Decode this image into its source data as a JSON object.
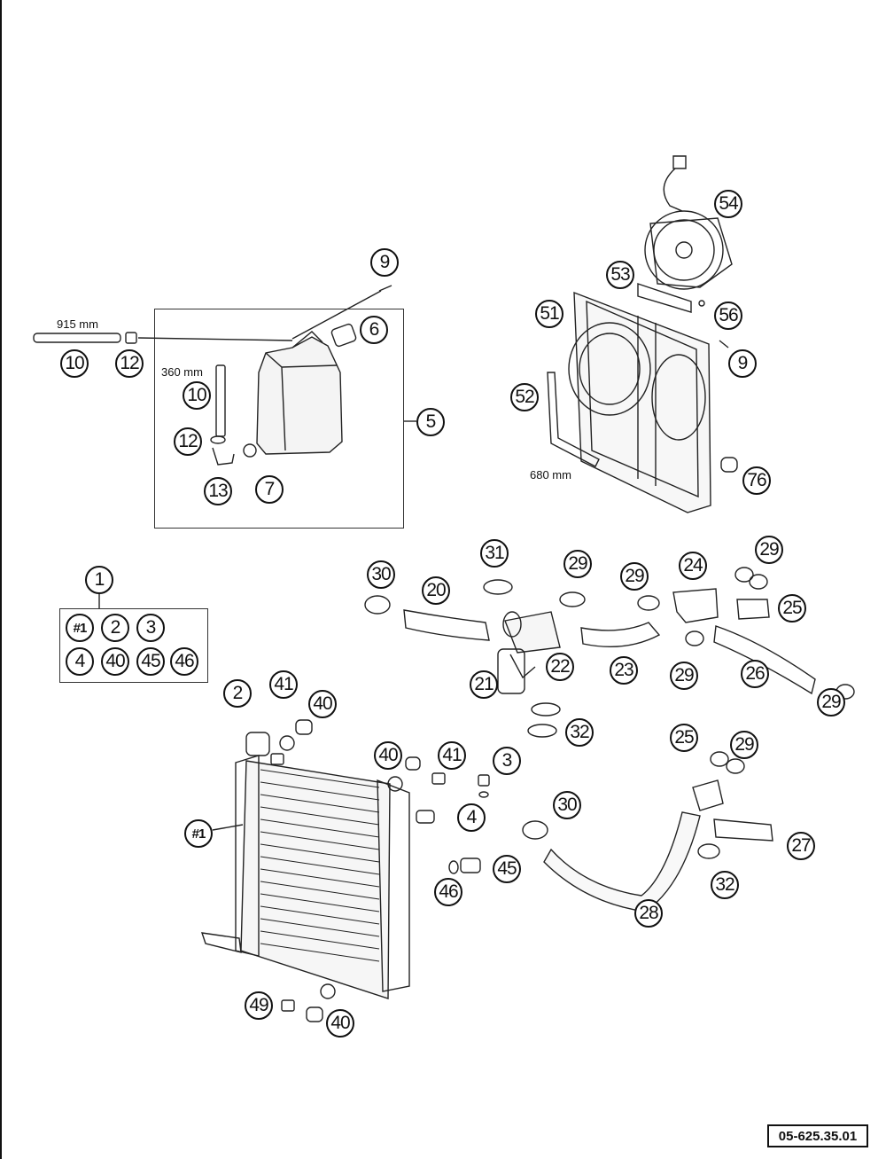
{
  "diagram": {
    "code": "05-625.35.01",
    "dimensions": {
      "hose_long": "915 mm",
      "hose_short": "360 mm",
      "cable": "680 mm"
    },
    "callouts": {
      "c9a": "9",
      "c6": "6",
      "c12a": "12",
      "c10a": "10",
      "c10b": "10",
      "c12b": "12",
      "c5": "5",
      "c13": "13",
      "c7": "7",
      "c54": "54",
      "c53": "53",
      "c51": "51",
      "c56": "56",
      "c9b": "9",
      "c52": "52",
      "c76": "76",
      "c1": "1",
      "k1": "#1",
      "k2": "2",
      "k3": "3",
      "k4": "4",
      "k40": "40",
      "k45": "45",
      "k46": "46",
      "c30a": "30",
      "c31": "31",
      "c29a": "29",
      "c20": "20",
      "c22": "22",
      "c21": "21",
      "c32a": "32",
      "c23": "23",
      "c29b": "29",
      "c24": "24",
      "c29c": "29",
      "c29d": "29",
      "c25a": "25",
      "c26": "26",
      "c29e": "29",
      "c2": "2",
      "c41a": "41",
      "c40a": "40",
      "c40b": "40",
      "c41b": "41",
      "c3": "3",
      "c4": "4",
      "r1": "#1",
      "c30b": "30",
      "c45": "45",
      "c46": "46",
      "c25b": "25",
      "c29f": "29",
      "c27": "27",
      "c32b": "32",
      "c28": "28",
      "c49": "49",
      "c40c": "40"
    }
  }
}
